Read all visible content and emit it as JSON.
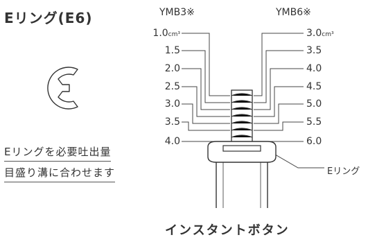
{
  "title": "Eリング(E6)",
  "notes": [
    "Eリングを必要吐出量",
    "目盛り溝に合わせます"
  ],
  "headers": {
    "left": "YMB3※",
    "right": "YMB6※"
  },
  "left_scale": [
    {
      "value": "1.0",
      "unit": "cm³"
    },
    {
      "value": "1.5",
      "unit": ""
    },
    {
      "value": "2.0",
      "unit": ""
    },
    {
      "value": "2.5",
      "unit": ""
    },
    {
      "value": "3.0",
      "unit": ""
    },
    {
      "value": "3.5",
      "unit": ""
    },
    {
      "value": "4.0",
      "unit": ""
    }
  ],
  "right_scale": [
    {
      "value": "3.0",
      "unit": "cm³"
    },
    {
      "value": "3.5",
      "unit": ""
    },
    {
      "value": "4.0",
      "unit": ""
    },
    {
      "value": "4.5",
      "unit": ""
    },
    {
      "value": "5.0",
      "unit": ""
    },
    {
      "value": "5.5",
      "unit": ""
    },
    {
      "value": "6.0",
      "unit": ""
    }
  ],
  "ering_label": "Eリング",
  "caption": "インスタントボタン",
  "icons": {
    "eclip": "e-ring-clip-icon"
  }
}
